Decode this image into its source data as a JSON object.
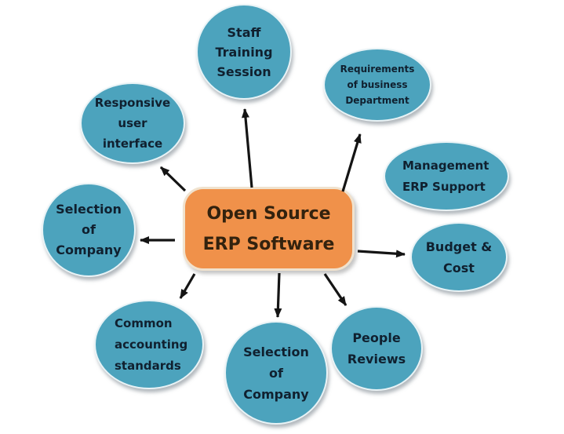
{
  "diagram": {
    "type": "hub-and-spoke",
    "background": "#ffffff",
    "center": {
      "id": "open-source-erp-software",
      "label": "Open Source ERP Software",
      "lines": [
        "Open Source",
        "ERP Software"
      ],
      "fill": "#F0914A",
      "border_color": "#F0E2CE",
      "text_color": "#33220E"
    },
    "nodes": [
      {
        "id": "staff-training-session",
        "label": "Staff Training Session",
        "lines": [
          "Staff",
          "Training",
          "Session"
        ],
        "has_arrow_from_center": true
      },
      {
        "id": "requirements-of-business-department",
        "label": "Requirements of business Department",
        "lines": [
          "Requirements",
          "of business",
          "Department"
        ],
        "has_arrow_from_center": true
      },
      {
        "id": "management-erp-support",
        "label": "Management ERP Support",
        "lines": [
          "Management",
          "ERP Support"
        ],
        "has_arrow_from_center": false
      },
      {
        "id": "budget-cost",
        "label": "Budget & Cost",
        "lines": [
          "Budget &",
          "Cost"
        ],
        "has_arrow_from_center": true
      },
      {
        "id": "people-reviews",
        "label": "People Reviews",
        "lines": [
          "People",
          "Reviews"
        ],
        "has_arrow_from_center": true
      },
      {
        "id": "selection-of-company-bottom",
        "label": "Selection of Company",
        "lines": [
          "Selection",
          "of",
          "Company"
        ],
        "has_arrow_from_center": true
      },
      {
        "id": "common-accounting-standards",
        "label": "Common accounting standards",
        "lines": [
          "Common",
          "accounting",
          "standards"
        ],
        "has_arrow_from_center": true
      },
      {
        "id": "selection-of-company-left",
        "label": "Selection of Company",
        "lines": [
          "Selection",
          "of",
          "Company"
        ],
        "has_arrow_from_center": true
      },
      {
        "id": "responsive-user-interface",
        "label": "Responsive user interface",
        "lines": [
          "Responsive",
          "user",
          "interface"
        ],
        "has_arrow_from_center": true
      }
    ],
    "colors": {
      "node_fill": "#4CA3BD",
      "node_ring": "#E9F3F6",
      "node_text": "#10202F",
      "arrow": "#141414"
    }
  }
}
